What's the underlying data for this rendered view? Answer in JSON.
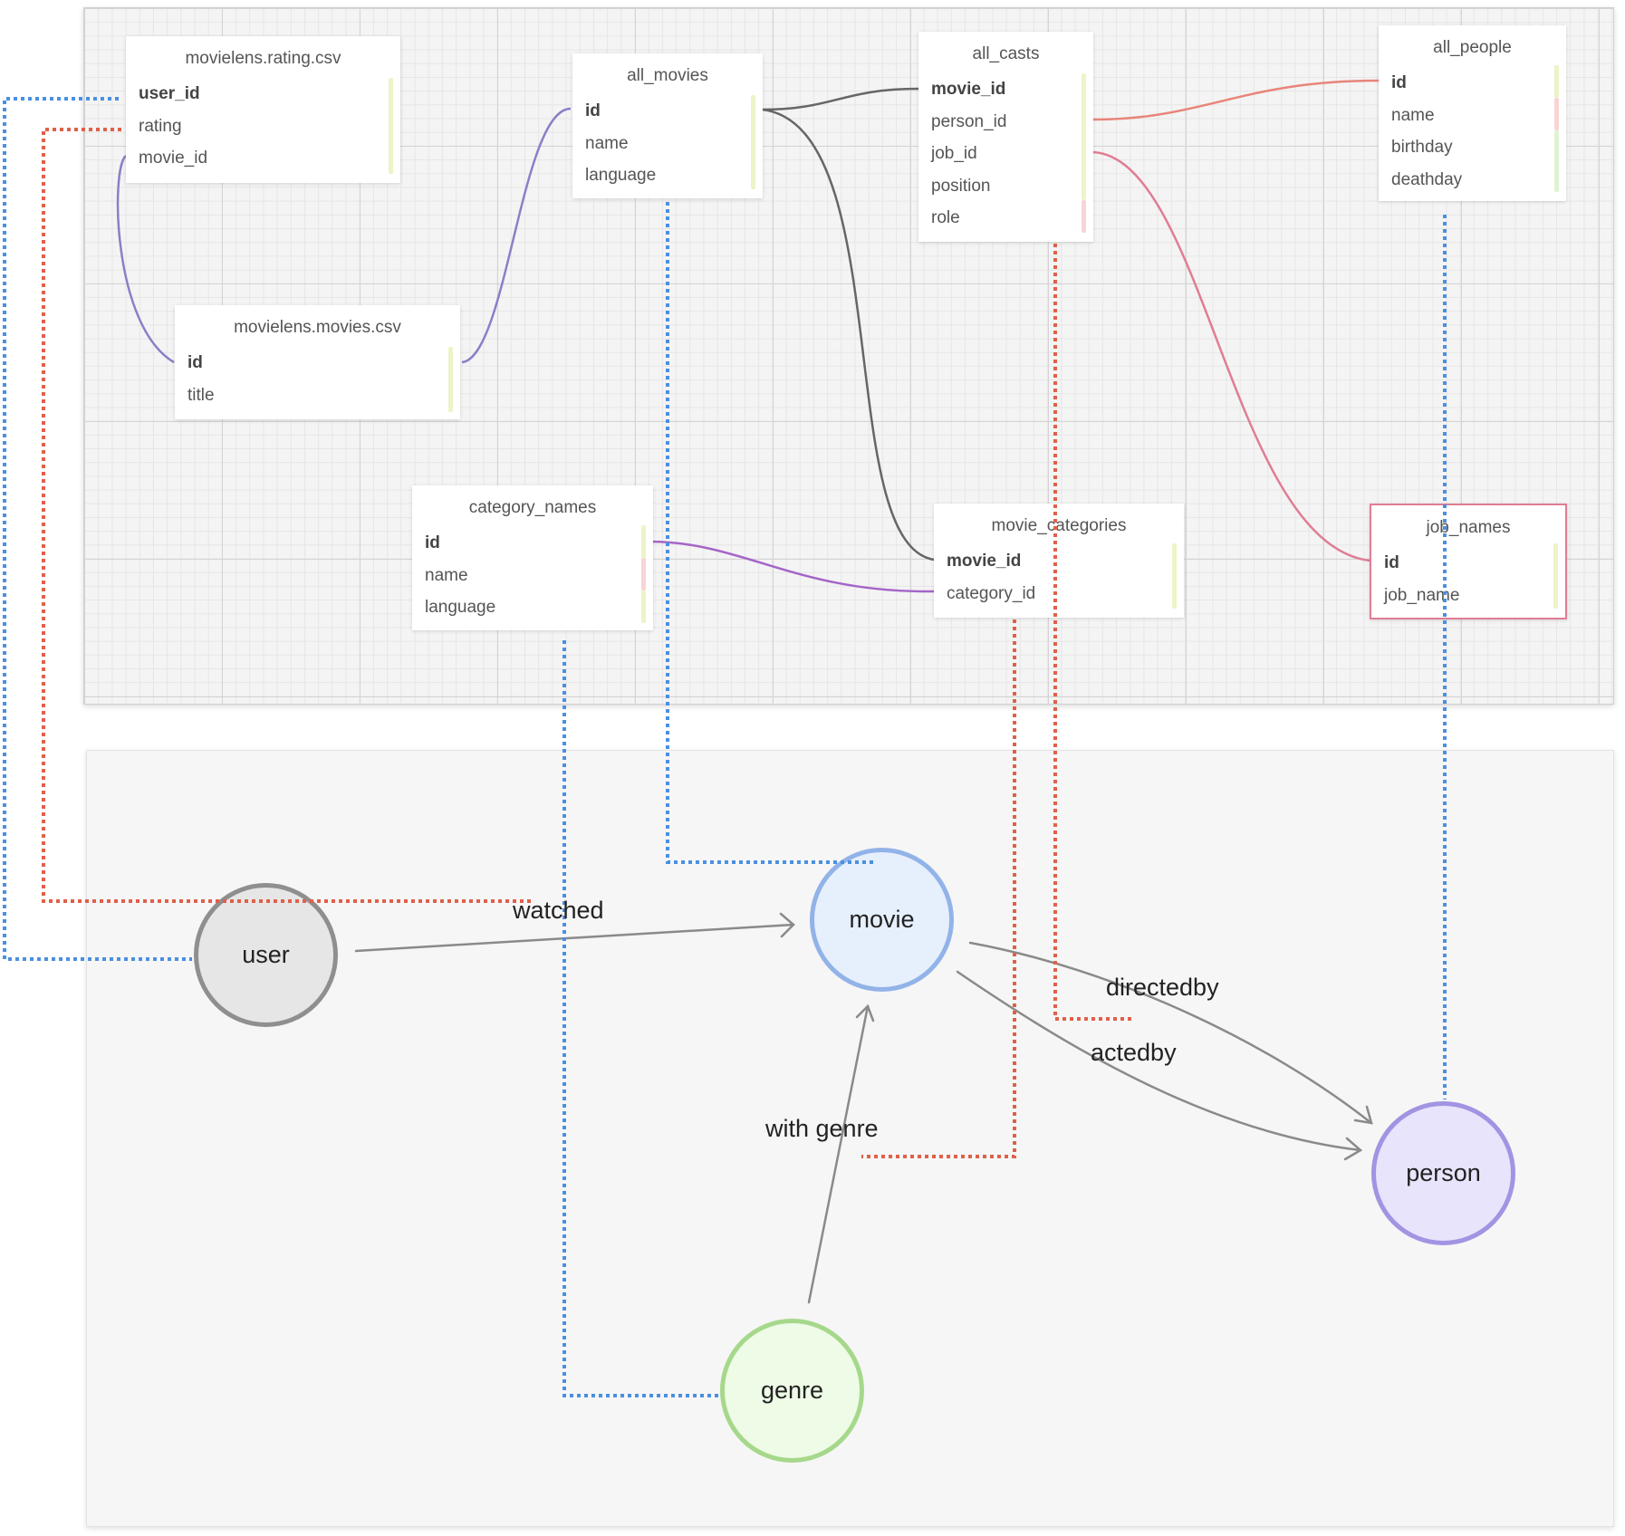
{
  "tables": {
    "rating": {
      "title": "movielens.rating.csv",
      "fields": [
        "user_id",
        "rating",
        "movie_id"
      ]
    },
    "movies_csv": {
      "title": "movielens.movies.csv",
      "fields": [
        "id",
        "title"
      ]
    },
    "all_movies": {
      "title": "all_movies",
      "fields": [
        "id",
        "name",
        "language"
      ]
    },
    "all_casts": {
      "title": "all_casts",
      "fields": [
        "movie_id",
        "person_id",
        "job_id",
        "position",
        "role"
      ]
    },
    "all_people": {
      "title": "all_people",
      "fields": [
        "id",
        "name",
        "birthday",
        "deathday"
      ]
    },
    "category_names": {
      "title": "category_names",
      "fields": [
        "id",
        "name",
        "language"
      ]
    },
    "movie_categories": {
      "title": "movie_categories",
      "fields": [
        "movie_id",
        "category_id"
      ]
    },
    "job_names": {
      "title": "job_names",
      "fields": [
        "id",
        "job_name"
      ]
    }
  },
  "nodes": {
    "user": {
      "label": "user",
      "fill": "#e6e6e6",
      "stroke": "#8f8f8f"
    },
    "movie": {
      "label": "movie",
      "fill": "#e6f0fc",
      "stroke": "#92b3e8"
    },
    "person": {
      "label": "person",
      "fill": "#e8e4fb",
      "stroke": "#a393e3"
    },
    "genre": {
      "label": "genre",
      "fill": "#eefbe6",
      "stroke": "#a6d88b"
    }
  },
  "edges": {
    "watched": "watched",
    "directedby": "directedby",
    "actedby": "actedby",
    "with_genre": "with genre"
  },
  "colors": {
    "mapping_blue": "#4a90e2",
    "mapping_red": "#e0604a",
    "join_purple": "#8b7fc7",
    "join_dark": "#666666",
    "join_pink": "#e07d94",
    "join_salmon": "#e8857a",
    "graph_edge": "#8a8a8a"
  }
}
